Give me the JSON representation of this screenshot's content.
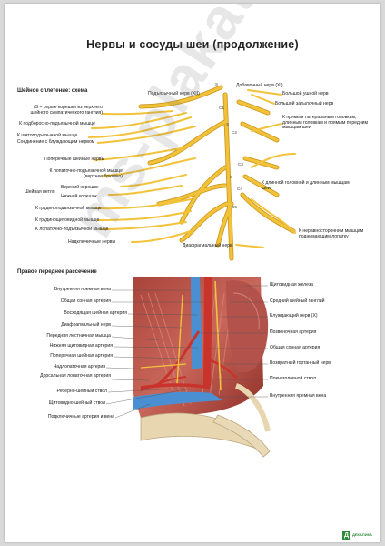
{
  "title": "Нервы и сосуды шеи (продолжение)",
  "section1": {
    "heading": "Шейное сплетение: схема",
    "left_labels": [
      "(S = серые корешки из верхнего шейного симпатического ганглия)",
      "К подборосно-подъязычной мышце",
      "К щитоподъязычной мышце",
      "Соединение с блуждающим нервом",
      "Поперечные шейные нервы",
      "К лопаточно-подъязычной мышце (верхнее брюшко)",
      "Верхний корешок",
      "Нижний корешок",
      "Шейная петля",
      "К грудиноподъязычной мышце",
      "К грудинощитовидной мышце",
      "К лопаточно-подъязычной мышце",
      "Надключичные нервы"
    ],
    "right_labels": [
      "Добавочный нерв (XI)",
      "Большой ушной нерв",
      "Большой затылочный нерв",
      "К прямым латеральным головкам, длинным головкам и прямым передним мышцам шеи",
      "К длинной головной и длинным мышцам шеи",
      "К неравносторонним мышцам поднимающим лопатку",
      "Диафрагмальный нерв"
    ],
    "top_label": "Подъязычный нерв (XII)",
    "root_labels": [
      "S",
      "C1",
      "C2",
      "C3",
      "C4",
      "C5",
      "S",
      "S"
    ]
  },
  "section2": {
    "heading": "Правое переднее рассечение",
    "left_labels": [
      "Внутренняя яремная вена",
      "Общая сонная артерия",
      "Восходящая шейная артерия",
      "Диафрагмальный нерв",
      "Передняя лестничная мышца",
      "Нижняя щитовидная артерия",
      "Поперечная шейная артерия",
      "Надлопаточная артерия",
      "Дорсальная лопаточная артерия",
      "Реберно-шейный ствол",
      "Щитовидно-шейный ствол",
      "Подключичные артерия и вена"
    ],
    "right_labels": [
      "Щитовидная железа",
      "Средний шейный ганглий",
      "Блуждающий нерв (X)",
      "Позвоночная артерия",
      "Общая сонная артерия",
      "Возвратный гортанный нерв",
      "Плечеголовной ствол",
      "Внутренняя яремная вена"
    ]
  },
  "watermark": "ms-plakat.ru",
  "logo": {
    "text": "ДЕКАЛИКА"
  },
  "colors": {
    "nerve": "#f2c23a",
    "nerve_outline": "#c9951a",
    "artery": "#c8332b",
    "vein": "#4a8fd1",
    "muscle": "#b5433a"
  }
}
